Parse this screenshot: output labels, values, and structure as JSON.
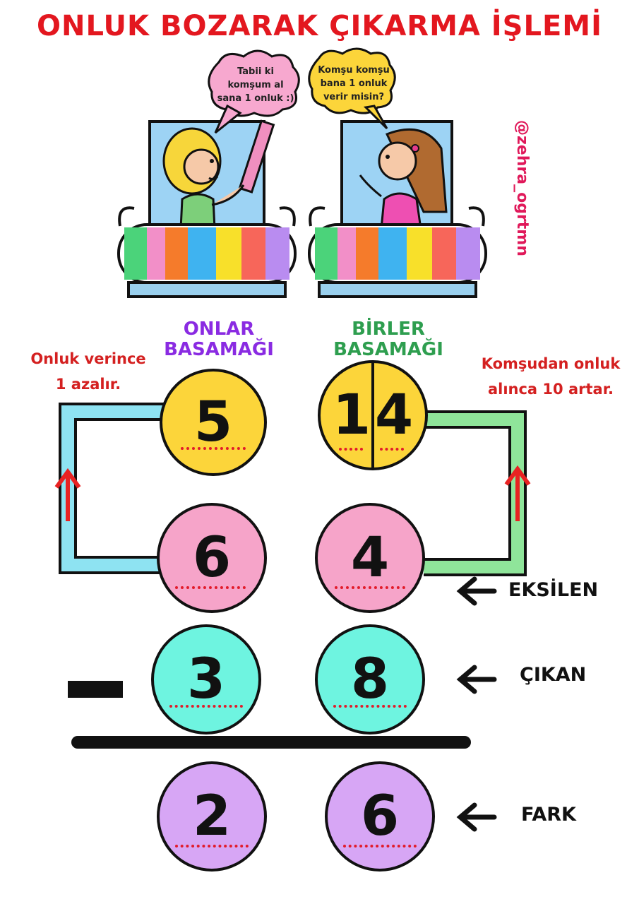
{
  "title": "ONLUK BOZARAK ÇIKARMA İŞLEMİ",
  "bubbles": {
    "left": [
      "Tabii ki",
      "komşum al",
      "sana 1 onluk :)"
    ],
    "right": [
      "Komşu komşu",
      "bana 1 onluk",
      "verir misin?"
    ]
  },
  "handle": "@zehra_ogrtmn",
  "columns": {
    "tens": {
      "label_line1": "ONLAR",
      "label_line2": "BASAMAĞI",
      "color": "#8a2be2"
    },
    "ones": {
      "label_line1": "BİRLER",
      "label_line2": "BASAMAĞI",
      "color": "#2e9e4f"
    }
  },
  "notes": {
    "left": [
      "Onluk verince",
      "1 azalır."
    ],
    "right": [
      "Komşudan onluk",
      "alınca 10 artar."
    ]
  },
  "rows": {
    "borrowed": {
      "tens": "5",
      "ones_tens_digit": "1",
      "ones_units_digit": "4",
      "color": "#fcd53a"
    },
    "minuend": {
      "tens": "6",
      "ones": "4",
      "label": "EKSİLEN",
      "color": "#f6a4c9"
    },
    "subtrahend": {
      "tens": "3",
      "ones": "8",
      "label": "ÇIKAN",
      "color": "#6ef4e0"
    },
    "difference": {
      "tens": "2",
      "ones": "6",
      "label": "FARK",
      "color": "#d7a6f5"
    }
  },
  "operator": "-",
  "colors": {
    "title": "#e3171f",
    "notes": "#d42020",
    "left_path": "#8ee3f2",
    "right_path": "#8fe59a",
    "arrow_red": "#e82222",
    "handle": "#e0195a",
    "window": "#9dd3f4",
    "rail": "#9ad0ee"
  }
}
